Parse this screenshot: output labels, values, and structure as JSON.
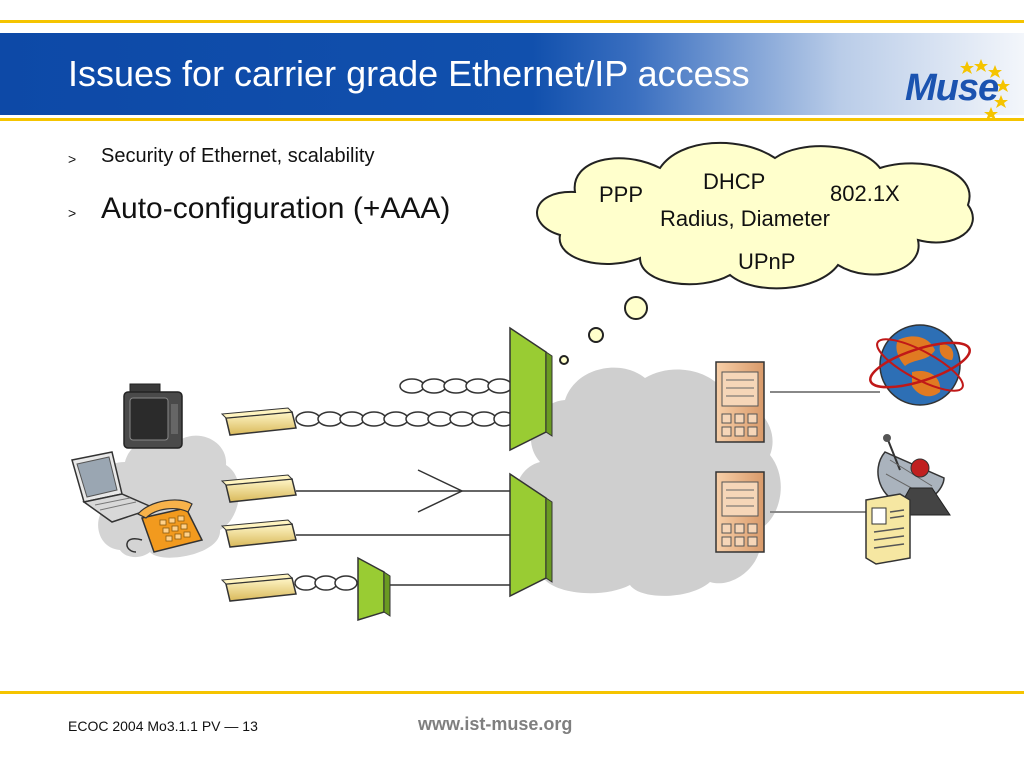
{
  "slide": {
    "title": "Issues for carrier grade Ethernet/IP access",
    "logo_text": "Muse",
    "bullets": [
      {
        "marker": ">",
        "text": "Security of Ethernet, scalability"
      },
      {
        "marker": ">",
        "text": "Auto-configuration (+AAA)"
      }
    ],
    "thought_bubble": {
      "labels": [
        "DHCP",
        "PPP",
        "802.1X",
        "Radius, Diameter",
        "UPnP"
      ]
    },
    "icons": {
      "tv": "television-icon",
      "laptop": "laptop-icon",
      "phone": "telephone-icon",
      "modems": "modem-icon",
      "switches": "access-switch-icon",
      "servers": "server-icon",
      "globe": "internet-globe-icon",
      "satellite": "satellite-dish-icon",
      "document": "content-document-icon"
    },
    "colors": {
      "title_band": "#1150ad",
      "accent_line": "#f5c400",
      "cloud_fill": "#ffffcc",
      "network_cloud": "#cfcfcf",
      "switch_green": "#99cc33",
      "server_orange": "#f0b890"
    },
    "footer": {
      "left": "ECOC 2004 Mo3.1.1 PV — 13",
      "url": "www.ist-muse.org"
    }
  }
}
